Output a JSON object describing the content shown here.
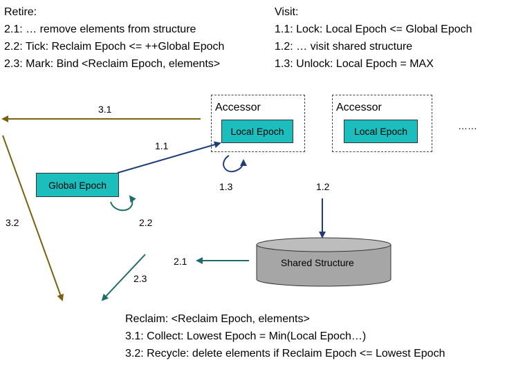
{
  "retire": {
    "title": "Retire:",
    "steps": [
      "2.1: … remove elements from structure",
      "2.2: Tick: Reclaim Epoch <= ++Global Epoch",
      "2.3: Mark: Bind <Reclaim Epoch, elements>"
    ]
  },
  "visit": {
    "title": "Visit:",
    "steps": [
      "1.1: Lock: Local Epoch <= Global Epoch",
      "1.2: … visit shared structure",
      "1.3: Unlock: Local Epoch = MAX"
    ]
  },
  "reclaim": {
    "title": "Reclaim: <Reclaim Epoch, elements>",
    "steps": [
      "3.1: Collect: Lowest Epoch = Min(Local Epoch…)",
      "3.2: Recycle: delete elements if Reclaim Epoch <= Lowest Epoch"
    ]
  },
  "nodes": {
    "accessor_1": "Accessor",
    "accessor_2": "Accessor",
    "local_epoch_1": "Local Epoch",
    "local_epoch_2": "Local Epoch",
    "global_epoch": "Global Epoch",
    "shared_structure": "Shared Structure",
    "ellipsis": "……"
  },
  "edge_labels": {
    "e3_1": "3.1",
    "e3_2": "3.2",
    "e1_1": "1.1",
    "e1_2": "1.2",
    "e1_3": "1.3",
    "e2_1": "2.1",
    "e2_2": "2.2",
    "e2_3": "2.3"
  },
  "colors": {
    "epoch_box": "#1bbdbd",
    "cylinder": "#a6a6a6",
    "arrow_olive": "#7a5f10",
    "arrow_blue": "#1f3d7a",
    "arrow_teal": "#1f6b6b"
  }
}
